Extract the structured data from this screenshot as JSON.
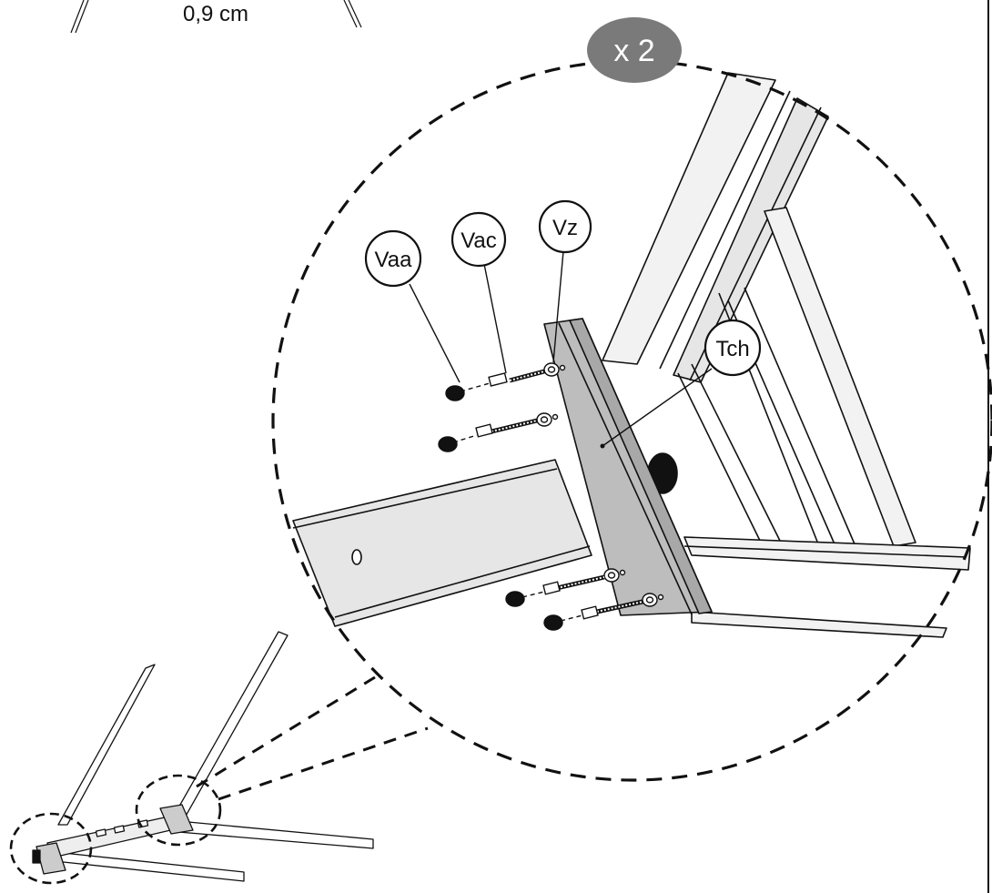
{
  "dimension": {
    "value": "0,9 cm"
  },
  "quantity": {
    "label": "x 2",
    "bg_color": "#7a7a7a",
    "text_color": "#ffffff"
  },
  "callouts": [
    {
      "id": "vaa",
      "label": "Vaa"
    },
    {
      "id": "vac",
      "label": "Vac"
    },
    {
      "id": "vz",
      "label": "Vz"
    },
    {
      "id": "tch",
      "label": "Tch"
    }
  ],
  "colors": {
    "line": "#111111",
    "plate": "#bdbdbd",
    "plate_edge": "#a8a8a8",
    "beam": "#e6e6e6",
    "beam_light": "#f2f2f2",
    "cap": "#111111"
  }
}
